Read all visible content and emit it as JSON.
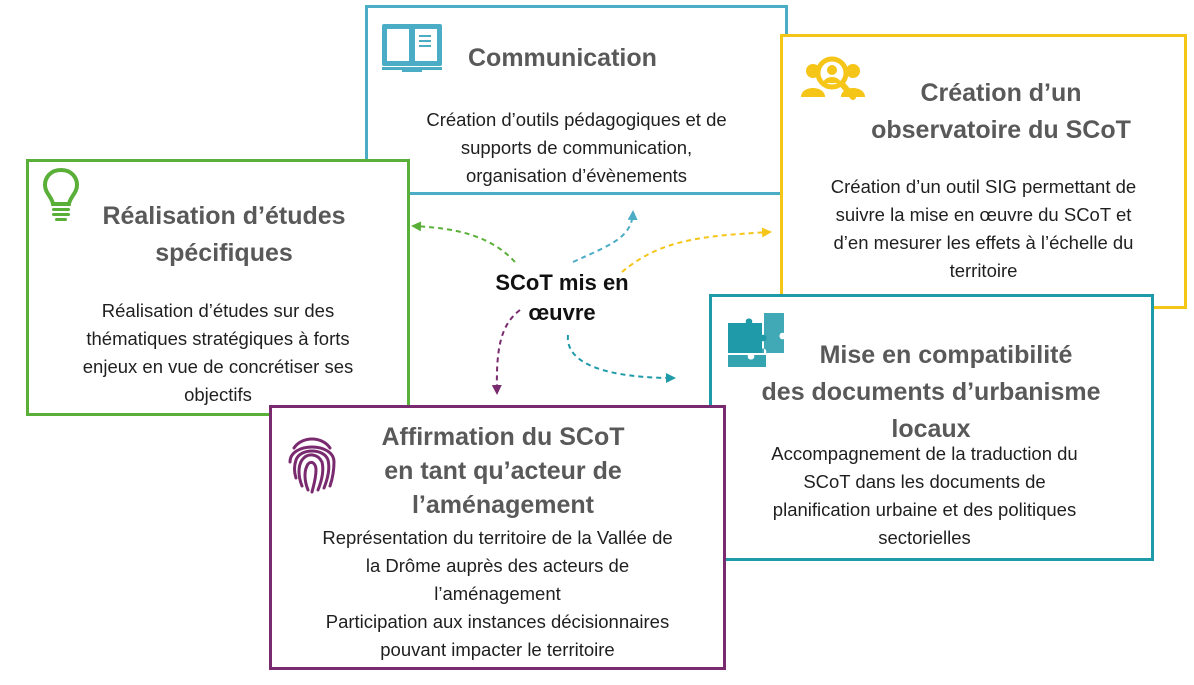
{
  "center": {
    "line1": "SCoT mis en",
    "line2": "œuvre"
  },
  "communication": {
    "title": "Communication",
    "lines": [
      "Création d’outils pédagogiques et de",
      "supports de communication,",
      "organisation d’évènements"
    ],
    "color": "#4BACC6"
  },
  "observatoire": {
    "title_1": "Création d’un",
    "title_2": "observatoire du SCoT",
    "lines": [
      "Création d’un outil SIG permettant de",
      "suivre la mise en œuvre du SCoT et",
      "d’en mesurer les effets à l’échelle du",
      "territoire"
    ],
    "color": "#F5C518"
  },
  "etudes": {
    "title_1": "Réalisation d’études",
    "title_2": "spécifiques",
    "lines": [
      "Réalisation d’études sur des",
      "thématiques stratégiques à forts",
      "enjeux en vue de concrétiser ses",
      "objectifs"
    ],
    "color": "#5AAF38"
  },
  "compatibilite": {
    "title_1": "Mise en compatibilité",
    "title_2": "des documents d’urbanisme",
    "title_3": "locaux",
    "lines": [
      "Accompagnement de la traduction du",
      "SCoT dans les documents de",
      "planification urbaine et des politiques",
      "sectorielles"
    ],
    "color": "#1E9AA8"
  },
  "affirmation": {
    "title_1": "Affirmation du SCoT",
    "title_2": "en tant qu’acteur de",
    "title_3": "l’aménagement",
    "lines": [
      "Représentation du territoire de la Vallée de",
      "la Drôme auprès des acteurs de",
      "l’aménagement",
      "Participation aux instances décisionnaires",
      "pouvant impacter le territoire"
    ],
    "color": "#7A2A6E"
  },
  "icons": [
    "book-icon",
    "people-search-icon",
    "lightbulb-icon",
    "puzzle-icon",
    "fingerprint-icon"
  ]
}
